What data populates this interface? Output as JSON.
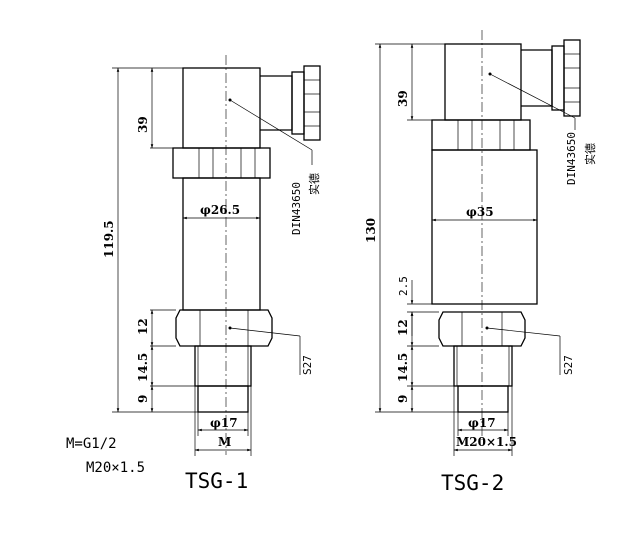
{
  "models": [
    {
      "title": "TSG-1",
      "dims": {
        "top": "39",
        "overall": "119.5",
        "hex_h": "12",
        "thread_h": "14.5",
        "tip_h": "9",
        "body_dia": "φ26.5",
        "tip_dia": "φ17",
        "thread": "M",
        "hex_label": "S27",
        "connector_label": "DIN43650",
        "connector_sub": "实德"
      }
    },
    {
      "title": "TSG-2",
      "dims": {
        "top": "39",
        "overall": "130",
        "gap_h": "2.5",
        "hex_h": "12",
        "thread_h": "14.5",
        "tip_h": "9",
        "body_dia": "φ35",
        "tip_dia": "φ17",
        "thread": "M20×1.5",
        "hex_label": "S27",
        "connector_label": "DIN43650",
        "connector_sub": "实德"
      }
    }
  ],
  "notes": {
    "line1": "M=G1/2",
    "line2": "M20×1.5"
  }
}
